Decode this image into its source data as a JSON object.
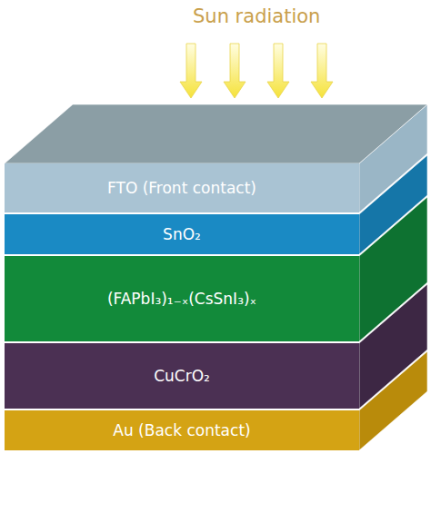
{
  "diagram": {
    "nodes": [
      {
        "text": [
          "FTO (Front contact)"
        ]
      },
      {
        "text": [
          "SnO₂"
        ]
      },
      {
        "text": [
          "(FAPbI₃)₁₋ₓ(CsSnI₃)ₓ"
        ]
      },
      {
        "text": [
          "CuCrO₂"
        ]
      },
      {
        "text": [
          "Au (Back contact)"
        ]
      }
    ],
    "labels": [
      "Sun radiation"
    ]
  }
}
